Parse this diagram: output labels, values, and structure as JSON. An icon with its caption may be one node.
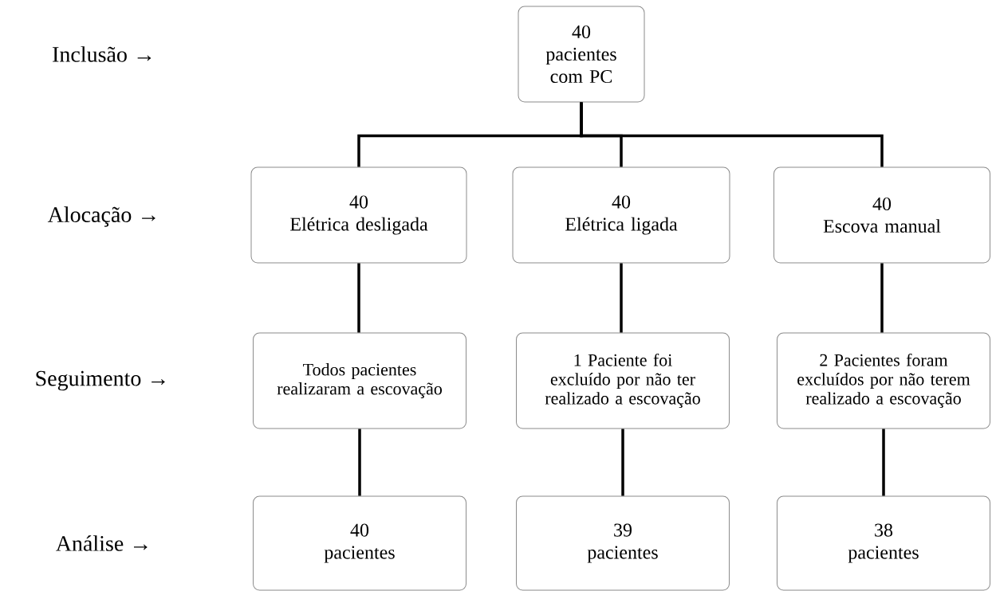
{
  "diagram": {
    "nodes": [
      {
        "text": [
          "40",
          "pacientes com  PC"
        ]
      },
      {
        "text": [
          "40",
          "Elétrica desligada"
        ]
      },
      {
        "text": [
          "40",
          "Elétrica ligada"
        ]
      },
      {
        "text": [
          "40",
          "Escova manual"
        ]
      },
      {
        "text": [
          "Todos pacientes realizaram a escovação"
        ]
      },
      {
        "text": [
          "1 Paciente foi excluído por não ter realizado a escovação"
        ]
      },
      {
        "text": [
          "2 Pacientes foram excluídos por não terem realizado a escovação"
        ]
      },
      {
        "text": [
          "40",
          "pacientes"
        ]
      },
      {
        "text": [
          "39",
          "pacientes"
        ]
      },
      {
        "text": [
          "38",
          "pacientes"
        ]
      }
    ],
    "edges": [
      {
        "from": 0,
        "to": 1,
        "arrow": "none"
      },
      {
        "from": 0,
        "to": 2,
        "arrow": "none"
      },
      {
        "from": 0,
        "to": 3,
        "arrow": "none"
      },
      {
        "from": 1,
        "to": 4,
        "arrow": "none"
      },
      {
        "from": 2,
        "to": 5,
        "arrow": "none"
      },
      {
        "from": 3,
        "to": 6,
        "arrow": "none"
      },
      {
        "from": 4,
        "to": 7,
        "arrow": "none"
      },
      {
        "from": 5,
        "to": 8,
        "arrow": "none"
      },
      {
        "from": 6,
        "to": 9,
        "arrow": "none"
      }
    ],
    "labels": [
      "Inclusão →",
      "Alocação →",
      "Seguimento →",
      "Análise →"
    ]
  }
}
